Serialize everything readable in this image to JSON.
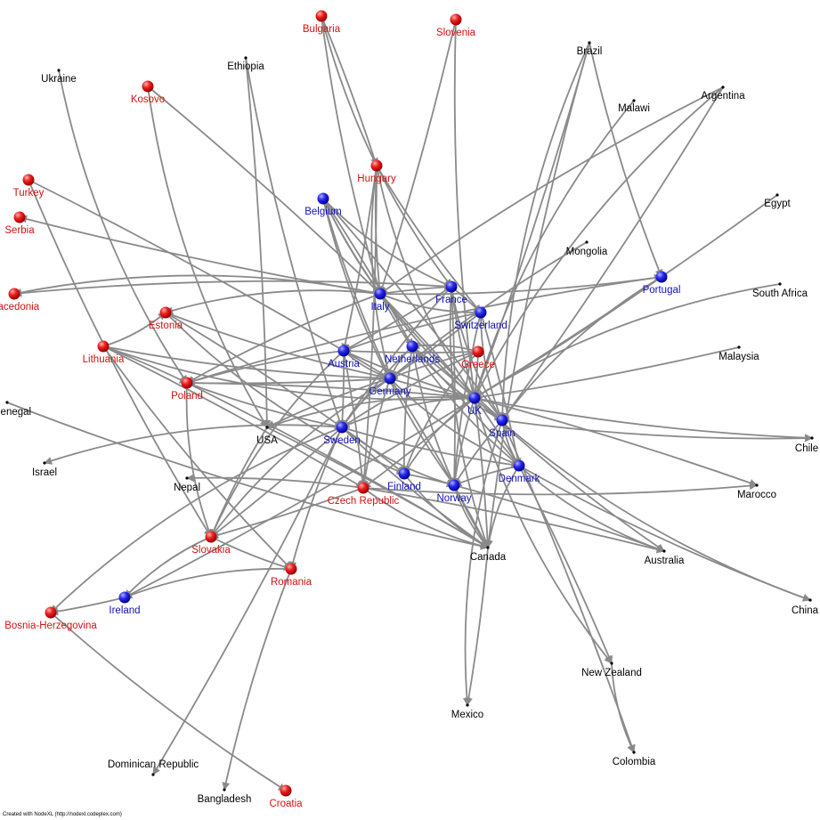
{
  "credit": "Created with NodeXL (http://nodexl.codeplex.com)",
  "colors": {
    "edge": "#8a8a8a",
    "red": "#e81818",
    "blue": "#1c1ccc",
    "black": "#000000",
    "label_red": "#d41111",
    "label_blue": "#1111bb",
    "label_black": "#000000"
  },
  "nodes": [
    {
      "id": "bulgaria",
      "label": "Bulgaria",
      "group": "red"
    },
    {
      "id": "slovenia",
      "label": "Slovenia",
      "group": "red"
    },
    {
      "id": "ukraine",
      "label": "Ukraine",
      "group": "black"
    },
    {
      "id": "ethiopia",
      "label": "Ethiopia",
      "group": "black"
    },
    {
      "id": "kosovo",
      "label": "Kosovo",
      "group": "red"
    },
    {
      "id": "brazil",
      "label": "Brazil",
      "group": "black"
    },
    {
      "id": "malawi",
      "label": "Malawi",
      "group": "black"
    },
    {
      "id": "argentina",
      "label": "Argentina",
      "group": "black"
    },
    {
      "id": "turkey",
      "label": "Turkey",
      "group": "red"
    },
    {
      "id": "serbia",
      "label": "Serbia",
      "group": "red"
    },
    {
      "id": "hungary",
      "label": "Hungary",
      "group": "red"
    },
    {
      "id": "belgium",
      "label": "Belgium",
      "group": "blue"
    },
    {
      "id": "egypt",
      "label": "Egypt",
      "group": "black"
    },
    {
      "id": "mongolia",
      "label": "Mongolia",
      "group": "black"
    },
    {
      "id": "macedonia",
      "label": "Macedonia",
      "group": "red"
    },
    {
      "id": "italy",
      "label": "Italy",
      "group": "blue"
    },
    {
      "id": "france",
      "label": "France",
      "group": "blue"
    },
    {
      "id": "portugal",
      "label": "Portugal",
      "group": "blue"
    },
    {
      "id": "south_africa",
      "label": "South Africa",
      "group": "black"
    },
    {
      "id": "switzerland",
      "label": "Switzerland",
      "group": "blue"
    },
    {
      "id": "estonia",
      "label": "Estonia",
      "group": "red"
    },
    {
      "id": "lithuania",
      "label": "Lithuania",
      "group": "red"
    },
    {
      "id": "austria",
      "label": "Austria",
      "group": "blue"
    },
    {
      "id": "netherlands",
      "label": "Netherlands",
      "group": "blue"
    },
    {
      "id": "greece",
      "label": "Greece",
      "group": "red"
    },
    {
      "id": "malaysia",
      "label": "Malaysia",
      "group": "black"
    },
    {
      "id": "germany",
      "label": "Germany",
      "group": "blue"
    },
    {
      "id": "poland",
      "label": "Poland",
      "group": "red"
    },
    {
      "id": "senegal",
      "label": "Senegal",
      "group": "black"
    },
    {
      "id": "uk",
      "label": "UK",
      "group": "blue"
    },
    {
      "id": "spain",
      "label": "Spain",
      "group": "blue"
    },
    {
      "id": "usa",
      "label": "USA",
      "group": "black"
    },
    {
      "id": "sweden",
      "label": "Sweden",
      "group": "blue"
    },
    {
      "id": "chile",
      "label": "Chile",
      "group": "black"
    },
    {
      "id": "israel",
      "label": "Israel",
      "group": "black"
    },
    {
      "id": "finland",
      "label": "Finland",
      "group": "blue"
    },
    {
      "id": "denmark",
      "label": "Denmark",
      "group": "blue"
    },
    {
      "id": "nepal",
      "label": "Nepal",
      "group": "black"
    },
    {
      "id": "czech",
      "label": "Czech Republic",
      "group": "red"
    },
    {
      "id": "norway",
      "label": "Norway",
      "group": "blue"
    },
    {
      "id": "marocco",
      "label": "Marocco",
      "group": "black"
    },
    {
      "id": "slovakia",
      "label": "Slovakia",
      "group": "red"
    },
    {
      "id": "canada",
      "label": "Canada",
      "group": "black"
    },
    {
      "id": "australia",
      "label": "Australia",
      "group": "black"
    },
    {
      "id": "romania",
      "label": "Romania",
      "group": "red"
    },
    {
      "id": "ireland",
      "label": "Ireland",
      "group": "blue"
    },
    {
      "id": "china",
      "label": "China",
      "group": "black"
    },
    {
      "id": "bosnia",
      "label": "Bosnia-Herzegovina",
      "group": "red"
    },
    {
      "id": "new_zealand",
      "label": "New Zealand",
      "group": "black"
    },
    {
      "id": "mexico",
      "label": "Mexico",
      "group": "black"
    },
    {
      "id": "colombia",
      "label": "Colombia",
      "group": "black"
    },
    {
      "id": "dominican",
      "label": "Dominican Republic",
      "group": "black"
    },
    {
      "id": "bangladesh",
      "label": "Bangladesh",
      "group": "black"
    },
    {
      "id": "croatia",
      "label": "Croatia",
      "group": "red"
    }
  ],
  "edges": [
    [
      "bulgaria",
      "hungary"
    ],
    [
      "bulgaria",
      "italy"
    ],
    [
      "bulgaria",
      "france"
    ],
    [
      "slovenia",
      "italy"
    ],
    [
      "slovenia",
      "uk"
    ],
    [
      "ukraine",
      "poland"
    ],
    [
      "ethiopia",
      "usa"
    ],
    [
      "ethiopia",
      "sweden"
    ],
    [
      "kosovo",
      "usa"
    ],
    [
      "kosovo",
      "italy"
    ],
    [
      "brazil",
      "portugal"
    ],
    [
      "brazil",
      "spain"
    ],
    [
      "brazil",
      "uk"
    ],
    [
      "brazil",
      "canada"
    ],
    [
      "malawi",
      "uk"
    ],
    [
      "argentina",
      "spain"
    ],
    [
      "argentina",
      "italy"
    ],
    [
      "argentina",
      "uk"
    ],
    [
      "turkey",
      "germany"
    ],
    [
      "turkey",
      "slovakia"
    ],
    [
      "hungary",
      "germany"
    ],
    [
      "hungary",
      "austria"
    ],
    [
      "hungary",
      "italy"
    ],
    [
      "hungary",
      "uk"
    ],
    [
      "hungary",
      "czech"
    ],
    [
      "hungary",
      "switzerland"
    ],
    [
      "belgium",
      "france"
    ],
    [
      "belgium",
      "netherlands"
    ],
    [
      "belgium",
      "germany"
    ],
    [
      "belgium",
      "uk"
    ],
    [
      "belgium",
      "spain"
    ],
    [
      "belgium",
      "italy"
    ],
    [
      "belgium",
      "norway"
    ],
    [
      "egypt",
      "uk"
    ],
    [
      "mongolia",
      "germany"
    ],
    [
      "italy",
      "macedonia"
    ],
    [
      "italy",
      "serbia"
    ],
    [
      "italy",
      "portugal"
    ],
    [
      "italy",
      "estonia"
    ],
    [
      "italy",
      "france"
    ],
    [
      "italy",
      "poland"
    ],
    [
      "italy",
      "switzerland"
    ],
    [
      "italy",
      "uk"
    ],
    [
      "italy",
      "spain"
    ],
    [
      "italy",
      "denmark"
    ],
    [
      "france",
      "austria"
    ],
    [
      "france",
      "uk"
    ],
    [
      "france",
      "spain"
    ],
    [
      "france",
      "norway"
    ],
    [
      "france",
      "sweden"
    ],
    [
      "france",
      "canada"
    ],
    [
      "france",
      "switzerland"
    ],
    [
      "france",
      "macedonia"
    ],
    [
      "portugal",
      "spain"
    ],
    [
      "portugal",
      "uk"
    ],
    [
      "portugal",
      "poland"
    ],
    [
      "south_africa",
      "uk"
    ],
    [
      "switzerland",
      "germany"
    ],
    [
      "switzerland",
      "austria"
    ],
    [
      "switzerland",
      "spain"
    ],
    [
      "switzerland",
      "denmark"
    ],
    [
      "switzerland",
      "norway"
    ],
    [
      "estonia",
      "finland"
    ],
    [
      "estonia",
      "sweden"
    ],
    [
      "estonia",
      "germany"
    ],
    [
      "lithuania",
      "estonia"
    ],
    [
      "lithuania",
      "poland"
    ],
    [
      "lithuania",
      "germany"
    ],
    [
      "lithuania",
      "uk"
    ],
    [
      "lithuania",
      "czech"
    ],
    [
      "lithuania",
      "romania"
    ],
    [
      "austria",
      "germany"
    ],
    [
      "austria",
      "sweden"
    ],
    [
      "austria",
      "uk"
    ],
    [
      "austria",
      "slovakia"
    ],
    [
      "austria",
      "czech"
    ],
    [
      "austria",
      "poland"
    ],
    [
      "netherlands",
      "germany"
    ],
    [
      "netherlands",
      "uk"
    ],
    [
      "netherlands",
      "sweden"
    ],
    [
      "netherlands",
      "spain"
    ],
    [
      "netherlands",
      "denmark"
    ],
    [
      "netherlands",
      "finland"
    ],
    [
      "netherlands",
      "canada"
    ],
    [
      "greece",
      "uk"
    ],
    [
      "greece",
      "germany"
    ],
    [
      "greece",
      "netherlands"
    ],
    [
      "greece",
      "austria"
    ],
    [
      "greece",
      "sweden"
    ],
    [
      "greece",
      "finland"
    ],
    [
      "malaysia",
      "uk"
    ],
    [
      "germany",
      "uk"
    ],
    [
      "germany",
      "sweden"
    ],
    [
      "germany",
      "poland"
    ],
    [
      "germany",
      "czech"
    ],
    [
      "germany",
      "denmark"
    ],
    [
      "germany",
      "canada"
    ],
    [
      "germany",
      "usa"
    ],
    [
      "germany",
      "slovakia"
    ],
    [
      "poland",
      "uk"
    ],
    [
      "poland",
      "sweden"
    ],
    [
      "poland",
      "slovakia"
    ],
    [
      "poland",
      "canada"
    ],
    [
      "senegal",
      "canada"
    ],
    [
      "uk",
      "usa"
    ],
    [
      "uk",
      "canada"
    ],
    [
      "uk",
      "australia"
    ],
    [
      "uk",
      "new_zealand"
    ],
    [
      "uk",
      "ireland"
    ],
    [
      "uk",
      "spain"
    ],
    [
      "uk",
      "sweden"
    ],
    [
      "uk",
      "denmark"
    ],
    [
      "uk",
      "norway"
    ],
    [
      "uk",
      "finland"
    ],
    [
      "uk",
      "czech"
    ],
    [
      "uk",
      "chile"
    ],
    [
      "uk",
      "china"
    ],
    [
      "uk",
      "marocco"
    ],
    [
      "spain",
      "chile"
    ],
    [
      "spain",
      "mexico"
    ],
    [
      "spain",
      "colombia"
    ],
    [
      "spain",
      "norway"
    ],
    [
      "spain",
      "denmark"
    ],
    [
      "usa",
      "canada"
    ],
    [
      "usa",
      "slovakia"
    ],
    [
      "sweden",
      "israel"
    ],
    [
      "sweden",
      "finland"
    ],
    [
      "sweden",
      "denmark"
    ],
    [
      "sweden",
      "norway"
    ],
    [
      "sweden",
      "slovakia"
    ],
    [
      "sweden",
      "romania"
    ],
    [
      "sweden",
      "bosnia"
    ],
    [
      "sweden",
      "dominican"
    ],
    [
      "sweden",
      "canada"
    ],
    [
      "finland",
      "canada"
    ],
    [
      "finland",
      "norway"
    ],
    [
      "denmark",
      "norway"
    ],
    [
      "denmark",
      "australia"
    ],
    [
      "denmark",
      "new_zealand"
    ],
    [
      "denmark",
      "china"
    ],
    [
      "denmark",
      "canada"
    ],
    [
      "czech",
      "slovakia"
    ],
    [
      "czech",
      "nepal"
    ],
    [
      "czech",
      "canada"
    ],
    [
      "czech",
      "australia"
    ],
    [
      "czech",
      "marocco"
    ],
    [
      "norway",
      "canada"
    ],
    [
      "norway",
      "australia"
    ],
    [
      "slovakia",
      "romania"
    ],
    [
      "slovakia",
      "ireland"
    ],
    [
      "canada",
      "mexico"
    ],
    [
      "romania",
      "bangladesh"
    ],
    [
      "romania",
      "ireland"
    ],
    [
      "ireland",
      "bosnia"
    ],
    [
      "bosnia",
      "croatia"
    ],
    [
      "new_zealand",
      "colombia"
    ]
  ]
}
